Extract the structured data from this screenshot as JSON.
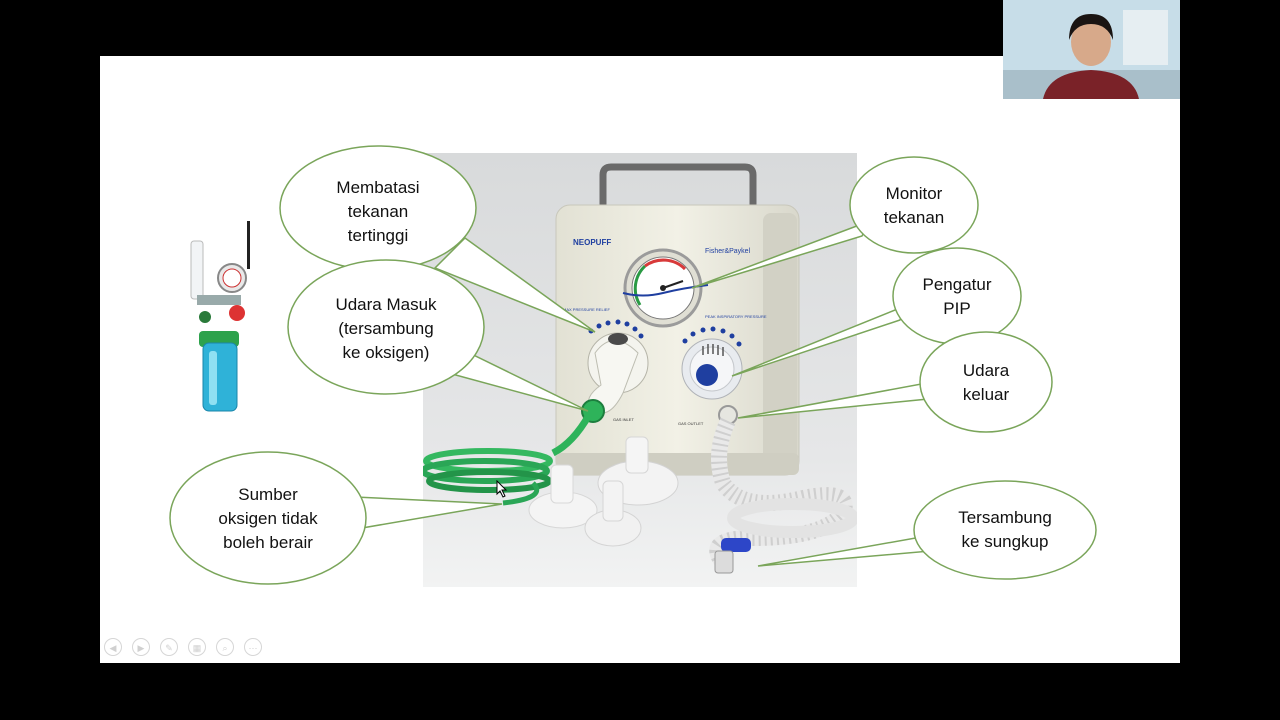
{
  "device": {
    "brand": "NEOPUFF",
    "maker": "Fisher&Paykel",
    "knob_left_label": "MAX PRESSURE RELIEF",
    "knob_right_label": "PEAK INSPIRATORY PRESSURE",
    "port_left_label": "GAS INLET",
    "port_right_label": "GAS OUTLET"
  },
  "callouts": [
    {
      "id": "membatasi",
      "text": "Membatasi\ntekanan\ntertinggi"
    },
    {
      "id": "udara-masuk",
      "text": "Udara Masuk\n(tersambung\nke oksigen)"
    },
    {
      "id": "sumber-oksigen",
      "text": "Sumber\noksigen tidak\nboleh berair"
    },
    {
      "id": "monitor-tekanan",
      "text": "Monitor\ntekanan"
    },
    {
      "id": "pengatur-pip",
      "text": "Pengatur\nPIP"
    },
    {
      "id": "udara-keluar",
      "text": "Udara\nkeluar"
    },
    {
      "id": "tersambung-sungkup",
      "text": "Tersambung\nke sungkup"
    }
  ],
  "toolbar": {
    "buttons": [
      "prev",
      "next",
      "pen",
      "slides",
      "zoom",
      "more"
    ]
  },
  "colors": {
    "callout_border": "#7aa55a",
    "device_body": "#ecebe0",
    "accent_blue": "#1f3fa0",
    "tube_green": "#2eb35a"
  }
}
